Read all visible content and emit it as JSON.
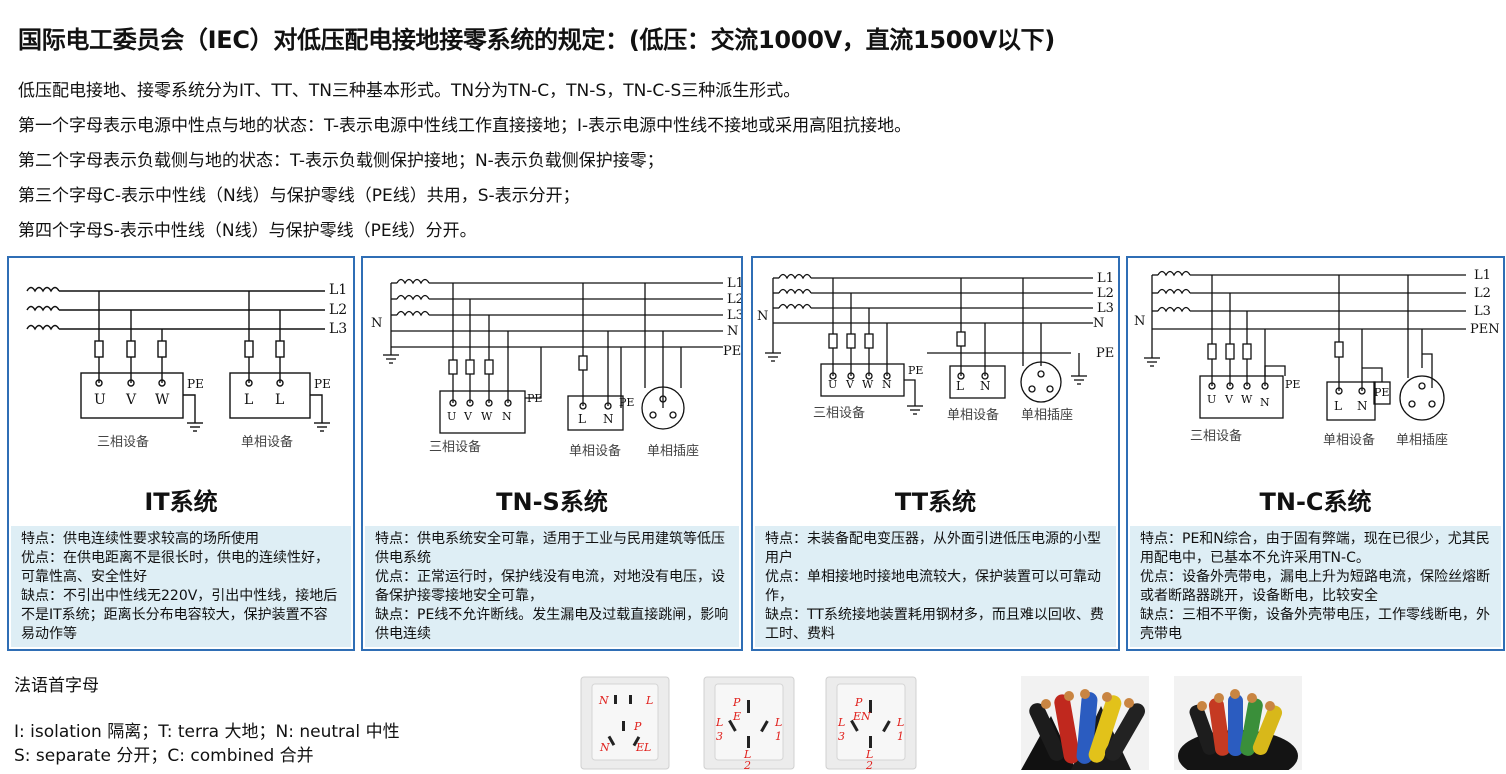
{
  "title": "国际电工委员会（IEC）对低压配电接地接零系统的规定：(低压：交流1000V，直流1500V以下)",
  "intro": [
    "低压配电接地、接零系统分为IT、TT、TN三种基本形式。TN分为TN-C，TN-S，TN-C-S三种派生形式。",
    "第一个字母表示电源中性点与地的状态：T-表示电源中性线工作直接接地；I-表示电源中性线不接地或采用高阻抗接地。",
    "第二个字母表示负载侧与地的状态：T-表示负载侧保护接地；N-表示负载侧保护接零；",
    "第三个字母C-表示中性线（N线）与保护零线（PE线）共用，S-表示分开；",
    "第四个字母S-表示中性线（N线）与保护零线（PE线）分开。"
  ],
  "panels": [
    {
      "title": "IT系统",
      "desc": [
        "特点：供电连续性要求较高的场所使用",
        "优点：在供电距离不是很长时，供电的连续性好，可靠性高、安全性好",
        "缺点：不引出中性线无220V，引出中性线，接地后不是IT系统；距离长分布电容较大，保护装置不容易动作等"
      ],
      "lines": [
        "L1",
        "L2",
        "L3"
      ],
      "terms3": [
        "U",
        "V",
        "W"
      ],
      "terms1": [
        "L",
        "L"
      ],
      "pe": "PE",
      "caption3": "三相设备",
      "caption1": "单相设备"
    },
    {
      "title": "TN-S系统",
      "desc": [
        "特点：供电系统安全可靠，适用于工业与民用建筑等低压供电系统",
        "优点：正常运行时，保护线没有电流，对地没有电压，设备保护接零接地安全可靠，",
        "缺点：PE线不允许断线。发生漏电及过载直接跳闸，影响供电连续"
      ],
      "lines": [
        "L1",
        "L2",
        "L3",
        "N",
        "PE"
      ],
      "n_label": "N",
      "terms3": [
        "U",
        "V",
        "W",
        "N"
      ],
      "terms1": [
        "L",
        "N"
      ],
      "pe": "PE",
      "caption3": "三相设备",
      "caption1": "单相设备",
      "caption_socket": "单相插座"
    },
    {
      "title": "TT系统",
      "desc": [
        "特点：未装备配电变压器，从外面引进低压电源的小型用户",
        "优点：单相接地时接地电流较大，保护装置可以可靠动作，",
        "缺点：TT系统接地装置耗用钢材多，而且难以回收、费工时、费料"
      ],
      "lines": [
        "L1",
        "L2",
        "L3",
        "N"
      ],
      "n_label": "N",
      "terms3": [
        "U",
        "V",
        "W",
        "N"
      ],
      "terms1": [
        "L",
        "N"
      ],
      "pe": "PE",
      "caption3": "三相设备",
      "caption1": "单相设备",
      "caption_socket": "单相插座"
    },
    {
      "title": "TN-C系统",
      "desc": [
        "特点：PE和N综合，由于固有弊端，现在已很少，尤其民用配电中，已基本不允许采用TN-C。",
        "优点：设备外壳带电，漏电上升为短路电流，保险丝熔断或者断路器跳开，设备断电，比较安全",
        "缺点：三相不平衡，设备外壳带电压，工作零线断电，外壳带电"
      ],
      "lines": [
        "L1",
        "L2",
        "L3",
        "PEN"
      ],
      "n_label": "N",
      "terms3": [
        "U",
        "V",
        "W",
        "N"
      ],
      "terms1": [
        "L",
        "N"
      ],
      "pe": "PE",
      "caption3": "三相设备",
      "caption1": "单相设备",
      "caption_socket": "单相插座"
    }
  ],
  "notes": {
    "heading": "法语首字母",
    "line1": "I:  isolation 隔离；T:  terra 大地；N:  neutral 中性",
    "line2": "S:   separate 分开；C:  combined 合并"
  },
  "sockets": [
    {
      "top_left": "N",
      "top_right": "L",
      "mid": "P",
      "bottom_left": "N",
      "bottom_right": "EL"
    },
    {
      "p": "P",
      "e": "E",
      "left": "L",
      "left_num": "3",
      "right": "L",
      "right_num": "1",
      "bottom": "L",
      "bottom_num": "2"
    },
    {
      "p": "P",
      "e": "EN",
      "left": "L",
      "left_num": "3",
      "right": "L",
      "right_num": "1",
      "bottom": "L",
      "bottom_num": "2"
    }
  ],
  "colors": {
    "panel_border": "#2f6eb5",
    "desc_bg": "#deeef5",
    "socket_label": "#e0201c"
  }
}
